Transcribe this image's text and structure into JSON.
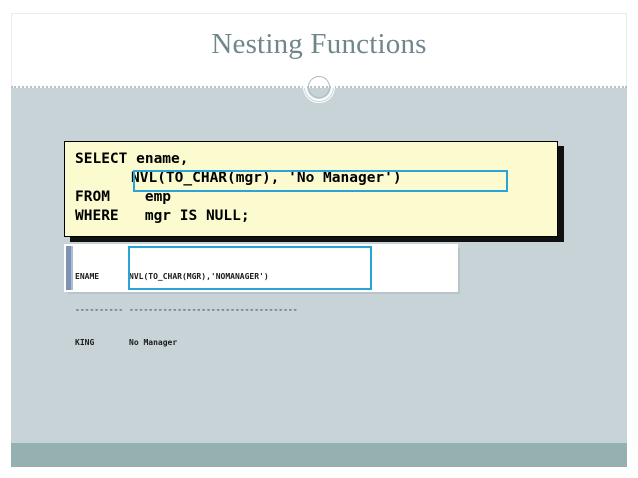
{
  "slide": {
    "title": "Nesting Functions",
    "colors": {
      "title_text": "#6f868b",
      "body_background": "#c8d3d8",
      "footer_band": "#95b0b1",
      "code_background": "#fbfbcf",
      "highlight_border": "#2aa3d6"
    }
  },
  "code_block": {
    "lines": [
      {
        "text": "SELECT ename,",
        "indented": false
      },
      {
        "text": "NVL(TO_CHAR(mgr), 'No Manager')",
        "indented": true
      },
      {
        "text": "FROM    emp",
        "indented": false
      },
      {
        "text": "WHERE   mgr IS NULL;",
        "indented": false
      }
    ],
    "highlighted_line": "NVL(TO_CHAR(mgr), 'No Manager')"
  },
  "result_panel": {
    "header": {
      "col_a": "ENAME",
      "col_b": "NVL(TO_CHAR(MGR),'NOMANAGER')"
    },
    "separator": {
      "col_a": "----------",
      "col_b": "-----------------------------------"
    },
    "rows": [
      {
        "col_a": "KING",
        "col_b": "No Manager"
      }
    ]
  }
}
